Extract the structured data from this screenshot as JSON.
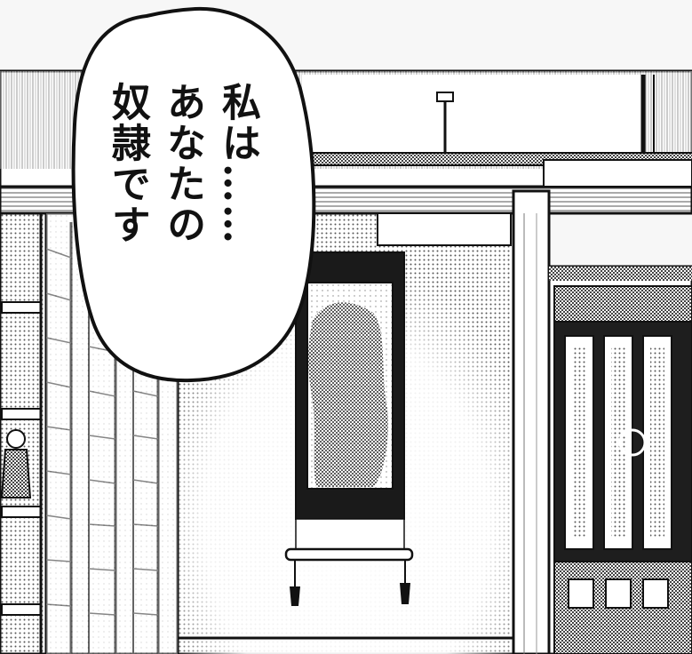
{
  "speech_bubble": {
    "lines": [
      "私は……",
      "あなたの",
      "奴隷です"
    ]
  },
  "colors": {
    "ink": "#111111",
    "paper": "#ffffff",
    "screentone_dark": "#5a5a5a",
    "screentone_mid": "#9a9a9a",
    "screentone_light": "#d8d8d8"
  },
  "icons": {
    "scroll": "hanging-scroll-icon",
    "cabinet": "butsudan-cabinet-icon",
    "lamp": "ceiling-lamp-icon",
    "doll": "doll-figurine-icon"
  }
}
